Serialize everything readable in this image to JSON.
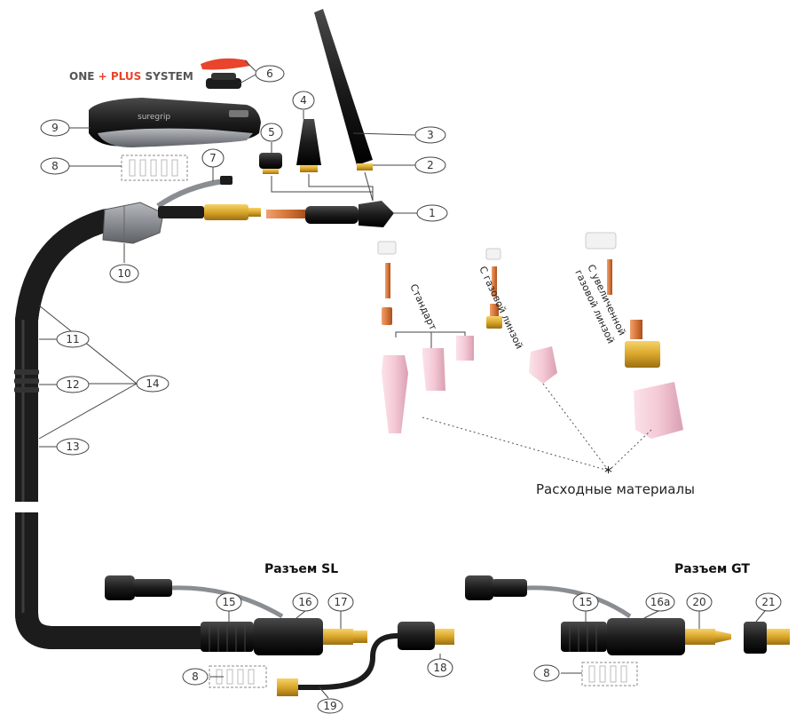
{
  "system_logo": {
    "part1": "ONE",
    "plus_sign": "+",
    "part2": "PLUS",
    "part3": "SYSTEM"
  },
  "handle_brand": "suregrip",
  "callouts": {
    "c1": "1",
    "c2": "2",
    "c3": "3",
    "c4": "4",
    "c5": "5",
    "c6": "6",
    "c7": "7",
    "c8a": "8",
    "c8b": "8",
    "c8c": "8",
    "c9": "9",
    "c10": "10",
    "c11": "11",
    "c12": "12",
    "c13": "13",
    "c14": "14",
    "c15a": "15",
    "c15b": "15",
    "c16": "16",
    "c16a": "16a",
    "c17": "17",
    "c18": "18",
    "c19": "19",
    "c20": "20",
    "c21": "21"
  },
  "consumable_groups": {
    "standard": "Стандарт",
    "gas_lens": "С газовой линзой",
    "large_gas_lens_line1": "С увеличенной",
    "large_gas_lens_line2": "газовой линзой"
  },
  "consumables_marker": "*",
  "consumables_label": "Расходные материалы",
  "connector_sl_title": "Разъем SL",
  "connector_gt_title": "Разъем GT",
  "colors": {
    "hose": "#1c1c1c",
    "brass": "#d9a62a",
    "copper": "#d7783a",
    "ceramic": "#f4c9d6",
    "accent_red": "#e8452c",
    "callout_stroke": "#444444"
  }
}
